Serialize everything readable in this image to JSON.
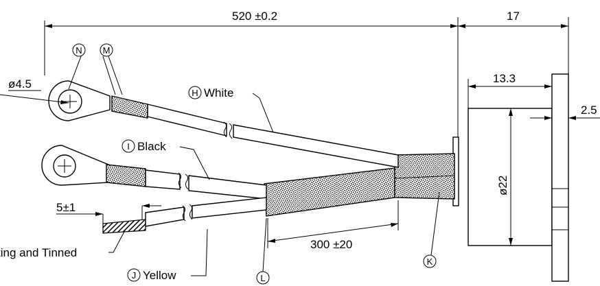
{
  "dimensions": {
    "overall_length": "520 ±0.2",
    "flange_width": "17",
    "body_depth": "13.3",
    "flange_thickness": "2.5",
    "body_diameter": "ø22",
    "terminal_hole": "ø4.5",
    "braid_length": "300 ±20",
    "strip_length": "5±1"
  },
  "labels": {
    "n": "N",
    "m": "M",
    "h": "H",
    "h_text": "White",
    "i": "I",
    "i_text": "Black",
    "j": "J",
    "j_text": "Yellow",
    "k": "K",
    "l": "L",
    "stripping_note": "ting and Tinned"
  }
}
